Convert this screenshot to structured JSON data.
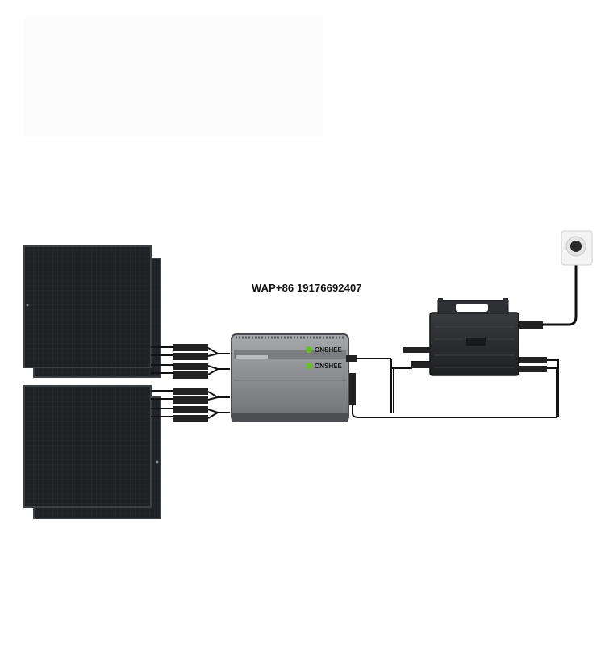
{
  "contact_text": "WAP+86 19176692407",
  "battery": {
    "brand_top": "ONSHEE",
    "brand_bottom": "ONSHEE"
  },
  "icons": {
    "solar_panels": "solar-panel-icon",
    "battery": "battery-storage-icon",
    "inverter": "micro-inverter-icon",
    "socket": "wall-socket-icon"
  },
  "colors": {
    "panel": "#1f2124",
    "battery_body": "#8d8f92",
    "inverter_body": "#2a2b2d",
    "accent_green": "#6abe2d"
  }
}
